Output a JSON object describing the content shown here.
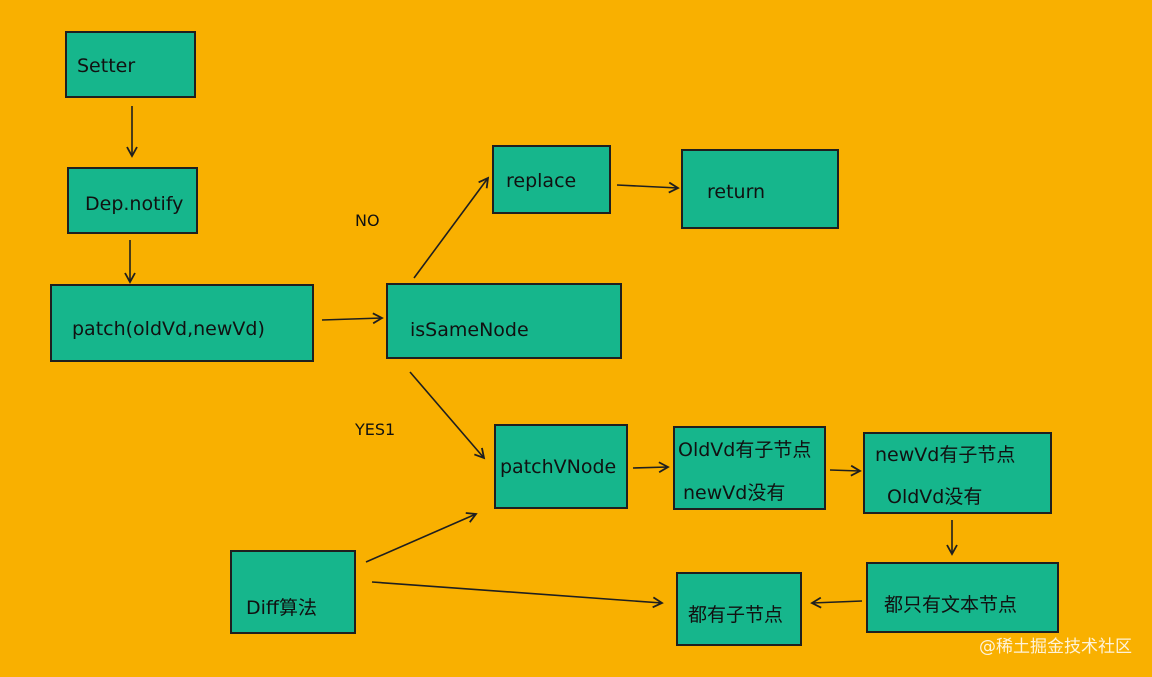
{
  "nodes": {
    "setter": "Setter",
    "dep_notify": "Dep.notify",
    "patch": "patch(oldVd,newVd)",
    "is_same_node": "isSameNode",
    "replace": "replace",
    "return": "return",
    "patch_vnode": "patchVNode",
    "old_has_children_line1": "OldVd有子节点",
    "old_has_children_line2": "newVd没有",
    "new_has_children_line1": "newVd有子节点",
    "new_has_children_line2": "OldVd没有",
    "diff": "Diff算法",
    "both_children": "都有子节点",
    "both_text": "都只有文本节点"
  },
  "edge_labels": {
    "no": "NO",
    "yes": "YES1"
  },
  "watermark": "@稀土掘金技术社区",
  "colors": {
    "background": "#F9B000",
    "node_fill": "#16B68C",
    "stroke": "#1f1f1f"
  }
}
